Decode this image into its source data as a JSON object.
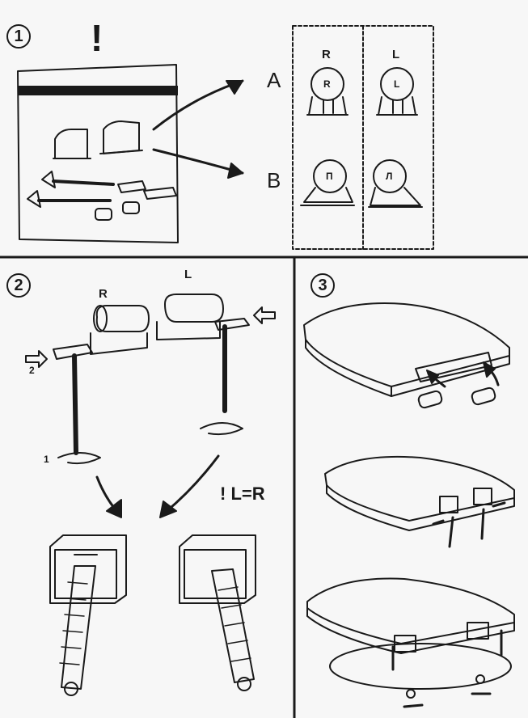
{
  "steps": {
    "s1": "1",
    "s2": "2",
    "s3": "3"
  },
  "panel1": {
    "warning": "!",
    "option_a": "A",
    "option_b": "B",
    "col_right": "R",
    "col_left": "L",
    "hinge_a_right": "R",
    "hinge_a_left": "L",
    "hinge_b_right": "П",
    "hinge_b_left": "Л"
  },
  "panel2": {
    "hinge_right": "R",
    "hinge_left": "L",
    "push_step": "2",
    "ring_step": "1",
    "note": "! L=R"
  },
  "colors": {
    "ink": "#1a1a1a",
    "paper": "#f7f7f7"
  }
}
